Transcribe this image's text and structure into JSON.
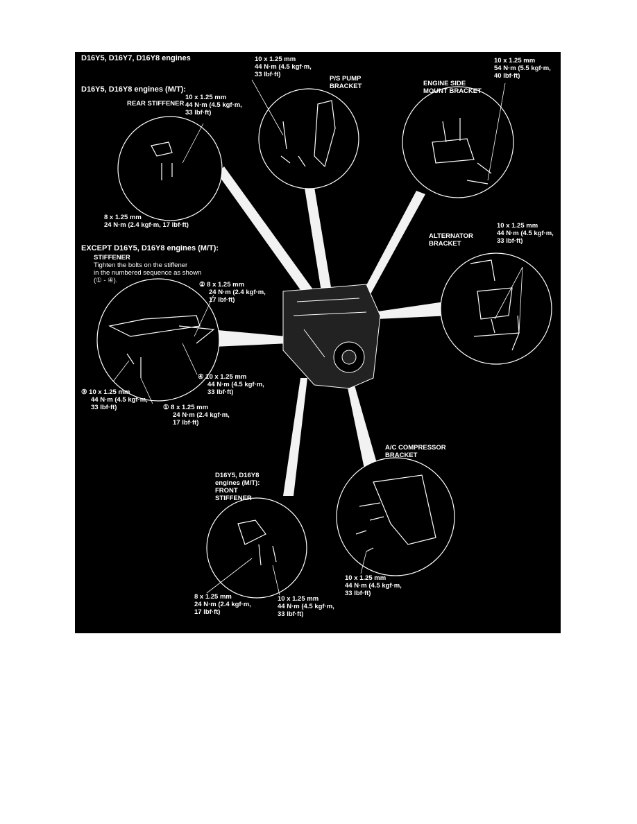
{
  "title": "D16Y5, D16Y7, D16Y8 engines",
  "rear_stiffener": {
    "heading": "D16Y5, D16Y8 engines (M/T):",
    "label": "REAR STIFFENER",
    "spec_upper": [
      "10 x 1.25 mm",
      "44 N·m (4.5 kgf·m,",
      "33 lbf·ft)"
    ],
    "spec_lower": [
      "8 x 1.25 mm",
      "24 N·m (2.4 kgf·m, 17 lbf·ft)"
    ]
  },
  "ps_pump": {
    "label": [
      "P/S PUMP",
      "BRACKET"
    ],
    "spec": [
      "10 x 1.25 mm",
      "44 N·m (4.5 kgf·m,",
      "33 lbf·ft)"
    ]
  },
  "engine_side_mount": {
    "label": [
      "ENGINE SIDE",
      "MOUNT BRACKET"
    ],
    "spec": [
      "10 x 1.25 mm",
      "54 N·m (5.5 kgf·m,",
      "40 lbf·ft)"
    ]
  },
  "alternator": {
    "label": [
      "ALTERNATOR",
      "BRACKET"
    ],
    "spec": [
      "10 x 1.25 mm",
      "44 N·m (4.5 kgf·m,",
      "33 lbf·ft)"
    ]
  },
  "stiffener": {
    "heading": "EXCEPT D16Y5, D16Y8 engines (M/T):",
    "label": "STIFFENER",
    "note": [
      "Tighten the bolts on the stiffener",
      "in the numbered sequence as shown",
      "(① - ④)."
    ],
    "spec_2": [
      "② 8 x 1.25 mm",
      "24 N·m (2.4 kgf·m,",
      "17 lbf·ft)"
    ],
    "spec_4": [
      "④ 10 x 1.25 mm",
      "44 N·m (4.5 kgf·m,",
      "33 lbf·ft)"
    ],
    "spec_3": [
      "③ 10 x 1.25 mm",
      "44 N·m (4.5 kgf·m,",
      "33 lbf·ft)"
    ],
    "spec_1": [
      "① 8 x 1.25 mm",
      "24 N·m (2.4 kgf·m,",
      "17 lbf·ft)"
    ]
  },
  "ac_compressor": {
    "label": [
      "A/C COMPRESSOR",
      "BRACKET"
    ],
    "spec": [
      "10 x 1.25 mm",
      "44 N·m (4.5 kgf·m,",
      "33 lbf·ft)"
    ]
  },
  "front_stiffener": {
    "label": [
      "D16Y5, D16Y8",
      "engines (M/T):",
      "FRONT",
      "STIFFENER"
    ],
    "spec_left": [
      "8 x 1.25 mm",
      "24 N·m (2.4 kgf·m,",
      "17 lbf·ft)"
    ],
    "spec_right": [
      "10 x 1.25 mm",
      "44 N·m (4.5 kgf·m,",
      "33 lbf·ft)"
    ]
  }
}
